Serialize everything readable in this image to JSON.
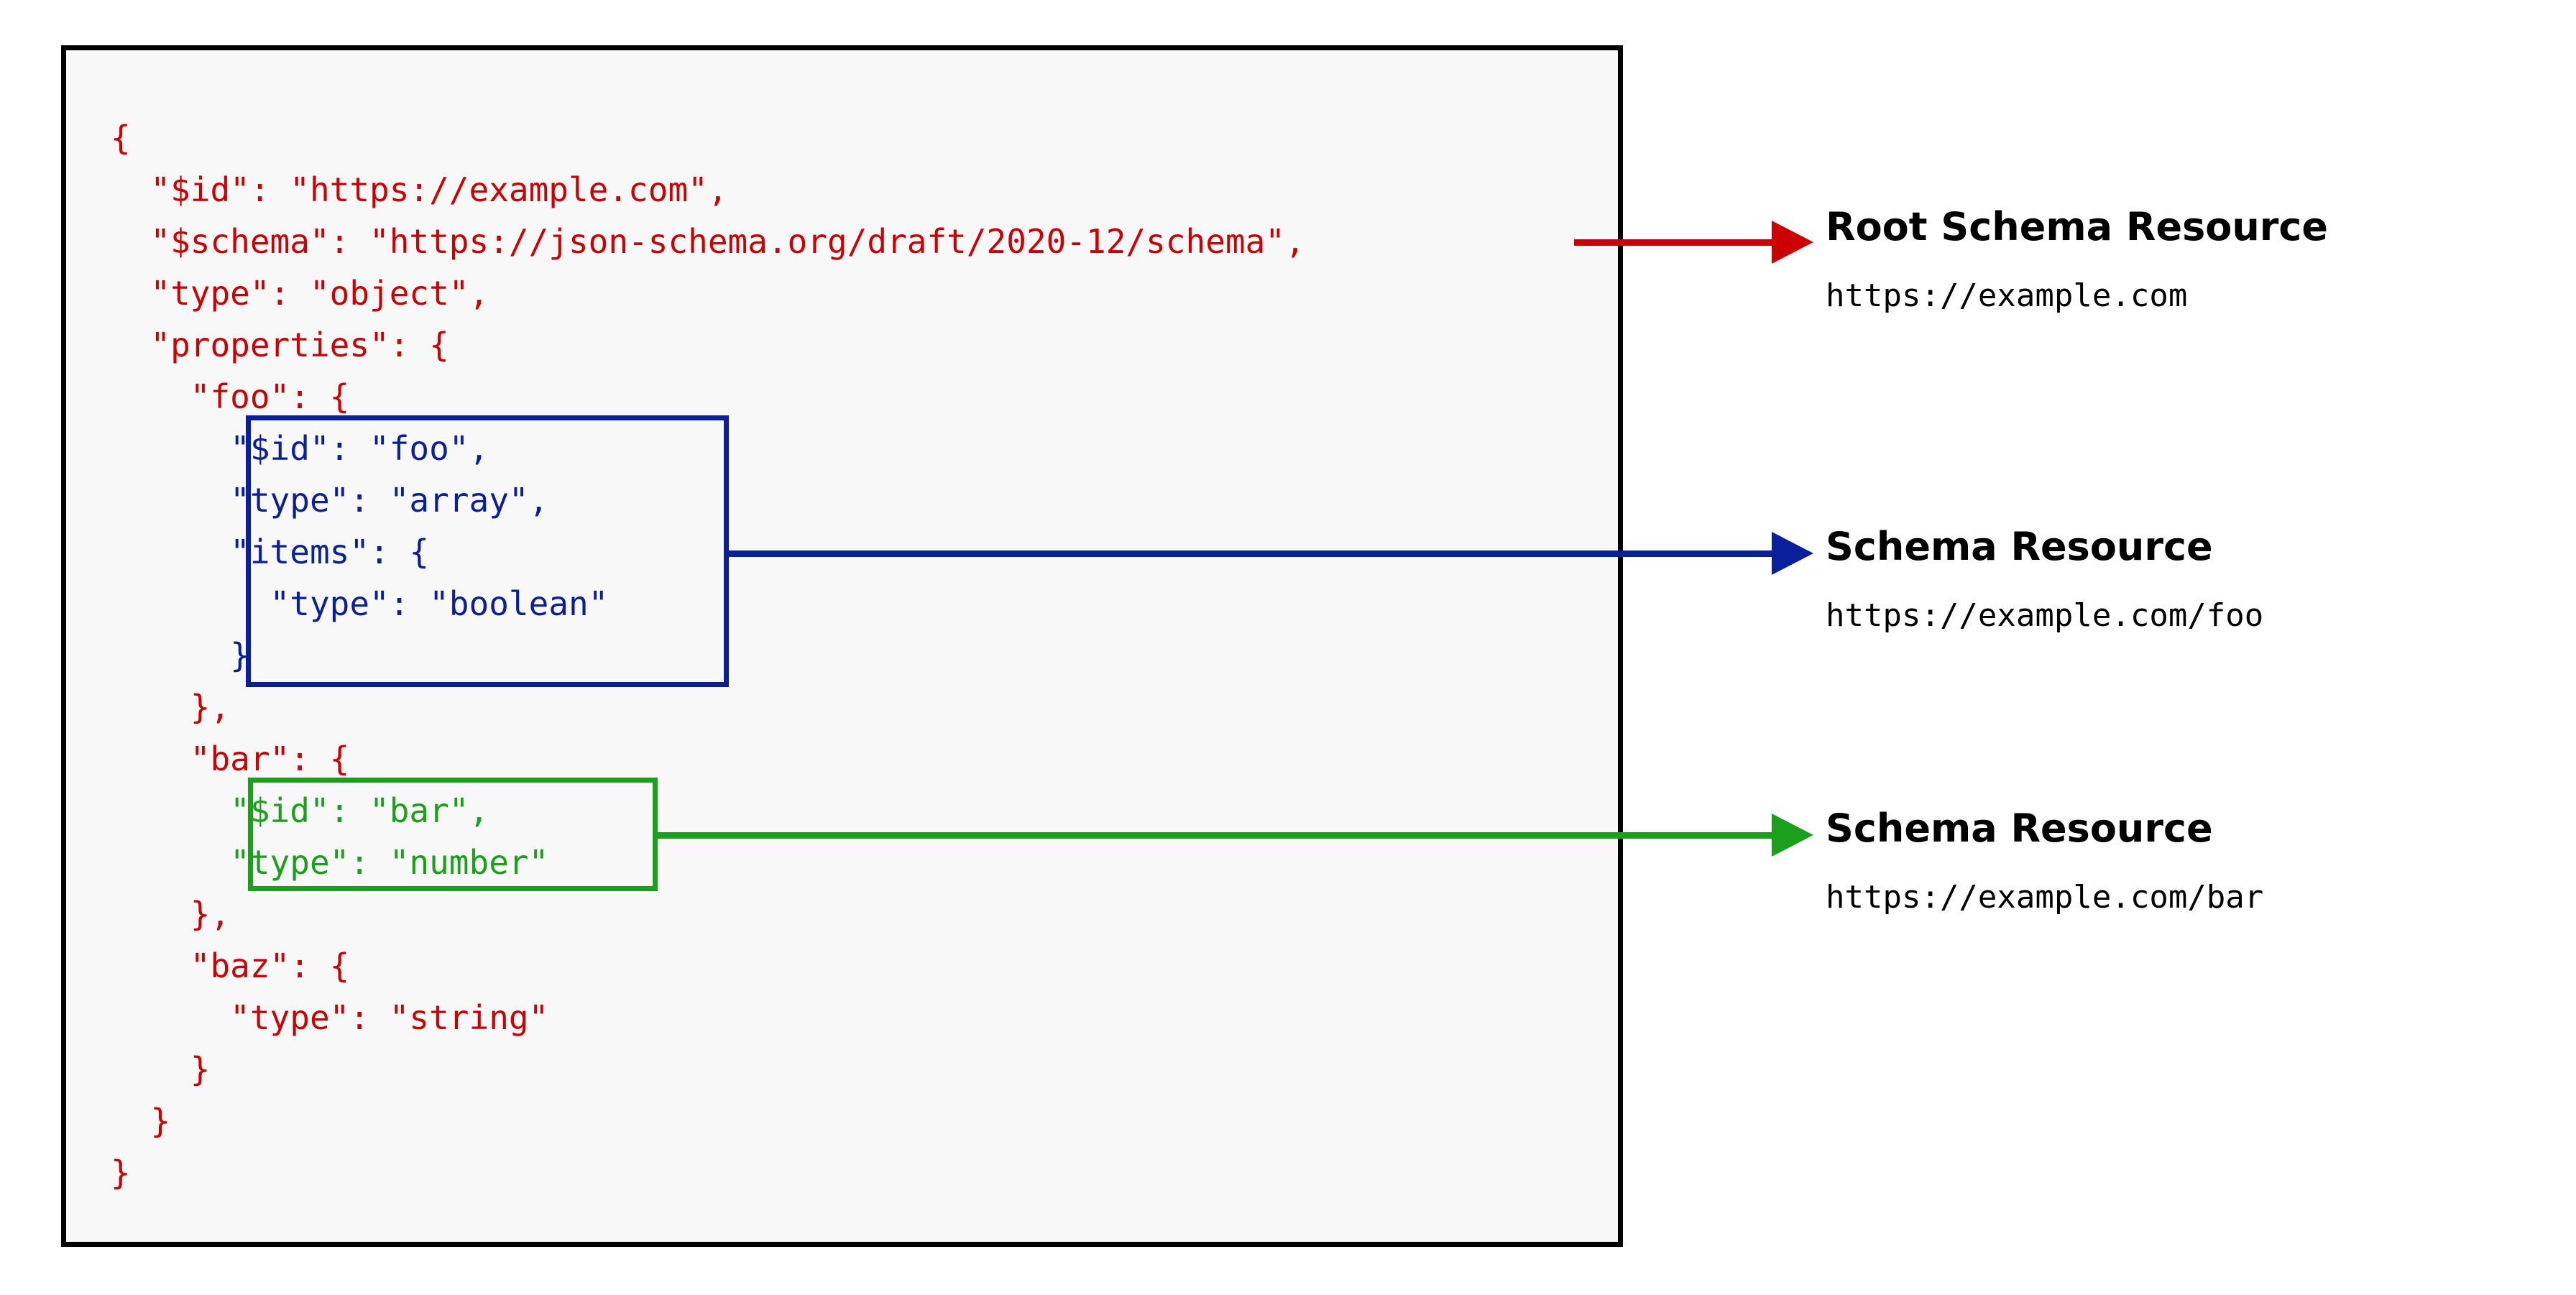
{
  "diagram": {
    "title": "JSON Schema resource identification diagram",
    "colors": {
      "code_red": "#cc0000",
      "highlight_blue": "#0a1f9c",
      "highlight_green": "#1aa01a",
      "panel_border": "#000000",
      "panel_background": "#f8f8f8",
      "label_text": "#000000"
    }
  },
  "code": {
    "language": "json",
    "lines": [
      {
        "indent": 0,
        "text": "{",
        "color": "red"
      },
      {
        "indent": 1,
        "text": "\"$id\": \"https://example.com\",",
        "color": "red"
      },
      {
        "indent": 1,
        "text": "\"$schema\": \"https://json-schema.org/draft/2020-12/schema\",",
        "color": "red"
      },
      {
        "indent": 1,
        "text": "\"type\": \"object\",",
        "color": "red"
      },
      {
        "indent": 1,
        "text": "\"properties\": {",
        "color": "red"
      },
      {
        "indent": 2,
        "text": "\"foo\": {",
        "color": "red"
      },
      {
        "indent": 3,
        "text": "\"$id\": \"foo\",",
        "color": "blue"
      },
      {
        "indent": 3,
        "text": "\"type\": \"array\",",
        "color": "blue"
      },
      {
        "indent": 3,
        "text": "\"items\": {",
        "color": "blue"
      },
      {
        "indent": 4,
        "text": "\"type\": \"boolean\"",
        "color": "blue"
      },
      {
        "indent": 3,
        "text": "}",
        "color": "blue"
      },
      {
        "indent": 2,
        "text": "},",
        "color": "red"
      },
      {
        "indent": 2,
        "text": "\"bar\": {",
        "color": "red"
      },
      {
        "indent": 3,
        "text": "\"$id\": \"bar\",",
        "color": "green"
      },
      {
        "indent": 3,
        "text": "\"type\": \"number\"",
        "color": "green"
      },
      {
        "indent": 2,
        "text": "},",
        "color": "red"
      },
      {
        "indent": 2,
        "text": "\"baz\": {",
        "color": "red"
      },
      {
        "indent": 3,
        "text": "\"type\": \"string\"",
        "color": "red"
      },
      {
        "indent": 2,
        "text": "}",
        "color": "red"
      },
      {
        "indent": 1,
        "text": "}",
        "color": "red"
      },
      {
        "indent": 0,
        "text": "}",
        "color": "red"
      }
    ]
  },
  "annotations": [
    {
      "id": "root",
      "title": "Root Schema Resource",
      "url": "https://example.com",
      "color": "#cc0000",
      "source": "$schema-line"
    },
    {
      "id": "foo",
      "title": "Schema Resource",
      "url": "https://example.com/foo",
      "color": "#0a1f9c",
      "source": "foo-highlight-box"
    },
    {
      "id": "bar",
      "title": "Schema Resource",
      "url": "https://example.com/bar",
      "color": "#1aa01a",
      "source": "bar-highlight-box"
    }
  ]
}
